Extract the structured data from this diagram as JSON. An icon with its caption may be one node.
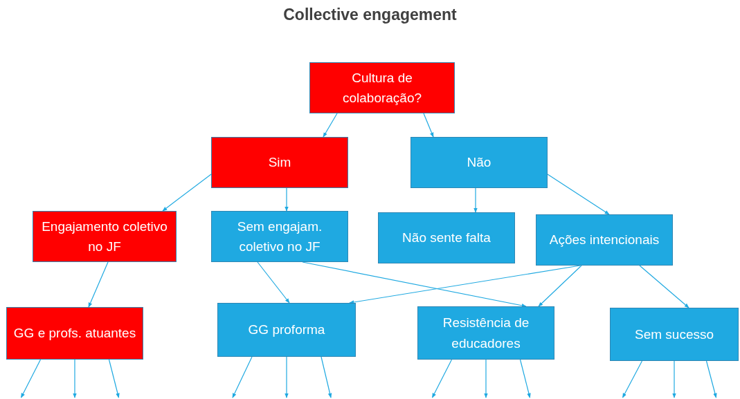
{
  "diagram": {
    "title": "Collective engagement",
    "nodes": [
      {
        "text": [
          "Cultura de colaboração?"
        ]
      },
      {
        "text": [
          "Sim"
        ]
      },
      {
        "text": [
          "Não"
        ]
      },
      {
        "text": [
          "Engajamento coletivo no JF"
        ]
      },
      {
        "text": [
          "Sem engajam. coletivo no JF"
        ]
      },
      {
        "text": [
          "Não sente falta"
        ]
      },
      {
        "text": [
          "Ações intencionais"
        ]
      },
      {
        "text": [
          "GG e profs. atuantes"
        ]
      },
      {
        "text": [
          "GG proforma"
        ]
      },
      {
        "text": [
          "Resistência de educadores"
        ]
      },
      {
        "text": [
          "Sem sucesso"
        ]
      }
    ],
    "edges": [
      {
        "from": 0,
        "to": 1,
        "arrow": "to"
      },
      {
        "from": 0,
        "to": 2,
        "arrow": "to"
      },
      {
        "from": 1,
        "to": 3,
        "arrow": "to"
      },
      {
        "from": 1,
        "to": 4,
        "arrow": "to"
      },
      {
        "from": 2,
        "to": 5,
        "arrow": "to"
      },
      {
        "from": 2,
        "to": 6,
        "arrow": "to"
      },
      {
        "from": 3,
        "to": 7,
        "arrow": "to"
      },
      {
        "from": 4,
        "to": 8,
        "arrow": "to"
      },
      {
        "from": 4,
        "to": 9,
        "arrow": "to"
      },
      {
        "from": 6,
        "to": 8,
        "arrow": "to"
      },
      {
        "from": 6,
        "to": 9,
        "arrow": "to"
      },
      {
        "from": 6,
        "to": 10,
        "arrow": "to"
      },
      {
        "from": 7,
        "to": null,
        "arrow": "to"
      },
      {
        "from": 7,
        "to": null,
        "arrow": "to"
      },
      {
        "from": 7,
        "to": null,
        "arrow": "to"
      },
      {
        "from": 8,
        "to": null,
        "arrow": "to"
      },
      {
        "from": 8,
        "to": null,
        "arrow": "to"
      },
      {
        "from": 8,
        "to": null,
        "arrow": "to"
      },
      {
        "from": 9,
        "to": null,
        "arrow": "to"
      },
      {
        "from": 9,
        "to": null,
        "arrow": "to"
      },
      {
        "from": 9,
        "to": null,
        "arrow": "to"
      },
      {
        "from": 10,
        "to": null,
        "arrow": "to"
      },
      {
        "from": 10,
        "to": null,
        "arrow": "to"
      },
      {
        "from": 10,
        "to": null,
        "arrow": "to"
      }
    ]
  }
}
